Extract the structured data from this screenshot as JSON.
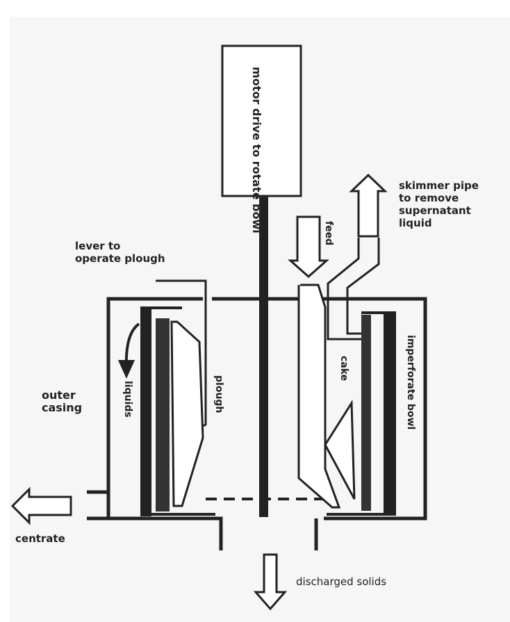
{
  "diagram": {
    "labels": {
      "motor": "motor drive to rotate bowl",
      "skimmer": [
        "skimmer pipe",
        "to remove",
        "supernatant",
        "liquid"
      ],
      "lever": [
        "lever to",
        "operate plough"
      ],
      "feed": "feed",
      "liquids": "liquids",
      "plough": "plough",
      "cake": "cake",
      "bowl": "imperforate bowl",
      "casing": [
        "outer",
        "casing"
      ],
      "centrate": "centrate",
      "discharged": "discharged solids"
    },
    "colors": {
      "ink": "#222222",
      "paper": "#f6f6f6"
    }
  }
}
